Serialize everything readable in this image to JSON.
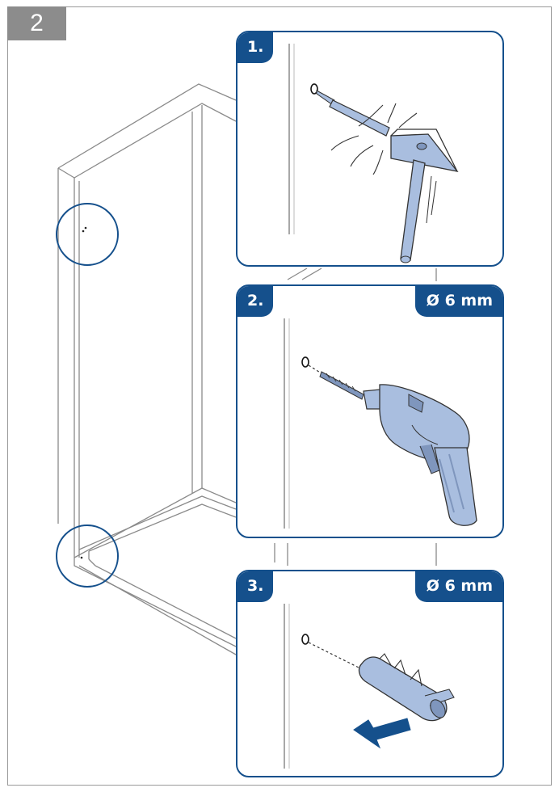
{
  "page": {
    "step_number": "2"
  },
  "panels": [
    {
      "number": "1.",
      "diameter": ""
    },
    {
      "number": "2.",
      "diameter": "Ø 6 mm"
    },
    {
      "number": "3.",
      "diameter": "Ø 6 mm"
    }
  ],
  "tools": {
    "panel1": [
      "nail-punch-icon",
      "hammer-icon"
    ],
    "panel2": [
      "drill-bit-icon",
      "power-drill-icon"
    ],
    "panel3": [
      "wall-plug-icon",
      "arrow-icon"
    ]
  },
  "colors": {
    "accent": "#15508c",
    "tool_fill": "#a9bedf",
    "tab_grey": "#8c8c8c"
  }
}
